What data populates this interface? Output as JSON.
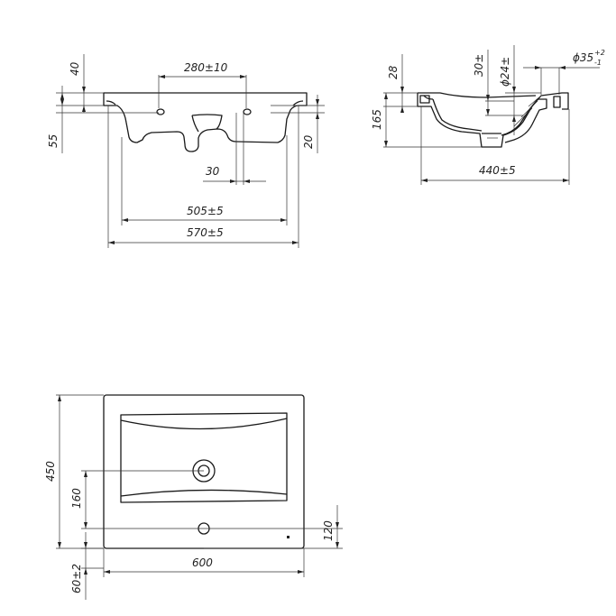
{
  "views": {
    "front": {
      "dim_top_lip": "40",
      "dim_holes": "280±10",
      "dim_height": "55",
      "dim_side": "20",
      "dim_drain": "30",
      "dim_inner": "505±5",
      "dim_outer": "570±5"
    },
    "side": {
      "dim_rim": "28",
      "dim_overflow_height": "30±",
      "dim_overflow_dia": "ϕ24±",
      "dim_drain_dia": "ϕ35",
      "dim_drain_tol_upper": "+2",
      "dim_drain_tol_lower": "-1",
      "dim_height": "165",
      "dim_depth": "440±5"
    },
    "top": {
      "dim_depth": "450",
      "dim_drain_pos": "160",
      "dim_tap_pos": "120",
      "dim_width": "600",
      "dim_offset": "60±2"
    }
  }
}
